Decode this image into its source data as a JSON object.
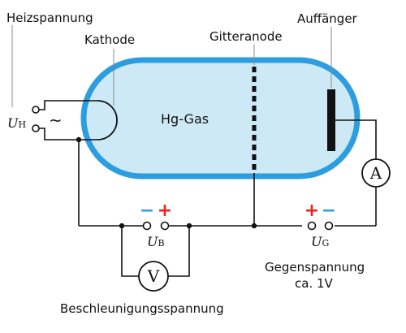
{
  "labels": {
    "heating_voltage": "Heizspannung",
    "cathode": "Kathode",
    "grid_anode": "Gitteranode",
    "collector": "Auffänger",
    "gas": "Hg-Gas",
    "retarding_voltage": "Gegenspannung",
    "retarding_value": "ca. 1V",
    "acceleration_voltage": "Beschleunigungsspannung"
  },
  "symbols": {
    "u_heating": {
      "main": "U",
      "sub": "H"
    },
    "u_acceleration": {
      "main": "U",
      "sub": "B"
    },
    "u_retarding": {
      "main": "U",
      "sub": "G"
    },
    "ac_symbol": "~",
    "voltmeter": "V",
    "ammeter": "A",
    "minus": "−",
    "plus": "+"
  },
  "colors": {
    "tube_fill": "#cde9f6",
    "tube_border": "#2c9ee0",
    "plus_sign": "#e8231f",
    "minus_sign": "#2c9ee0",
    "wire": "#111111"
  }
}
